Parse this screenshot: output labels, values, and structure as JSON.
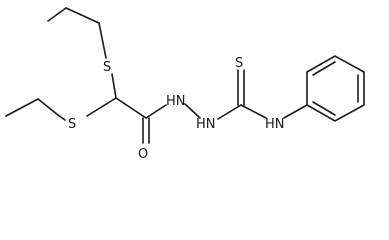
{
  "structure": {
    "atoms": {
      "s_upper": "S",
      "s_lower": "S",
      "o_carbonyl": "O",
      "nh_hydrazide": "HN",
      "nh_hydrazine": "HN",
      "s_thione": "S",
      "nh_anilino": "HN"
    }
  }
}
